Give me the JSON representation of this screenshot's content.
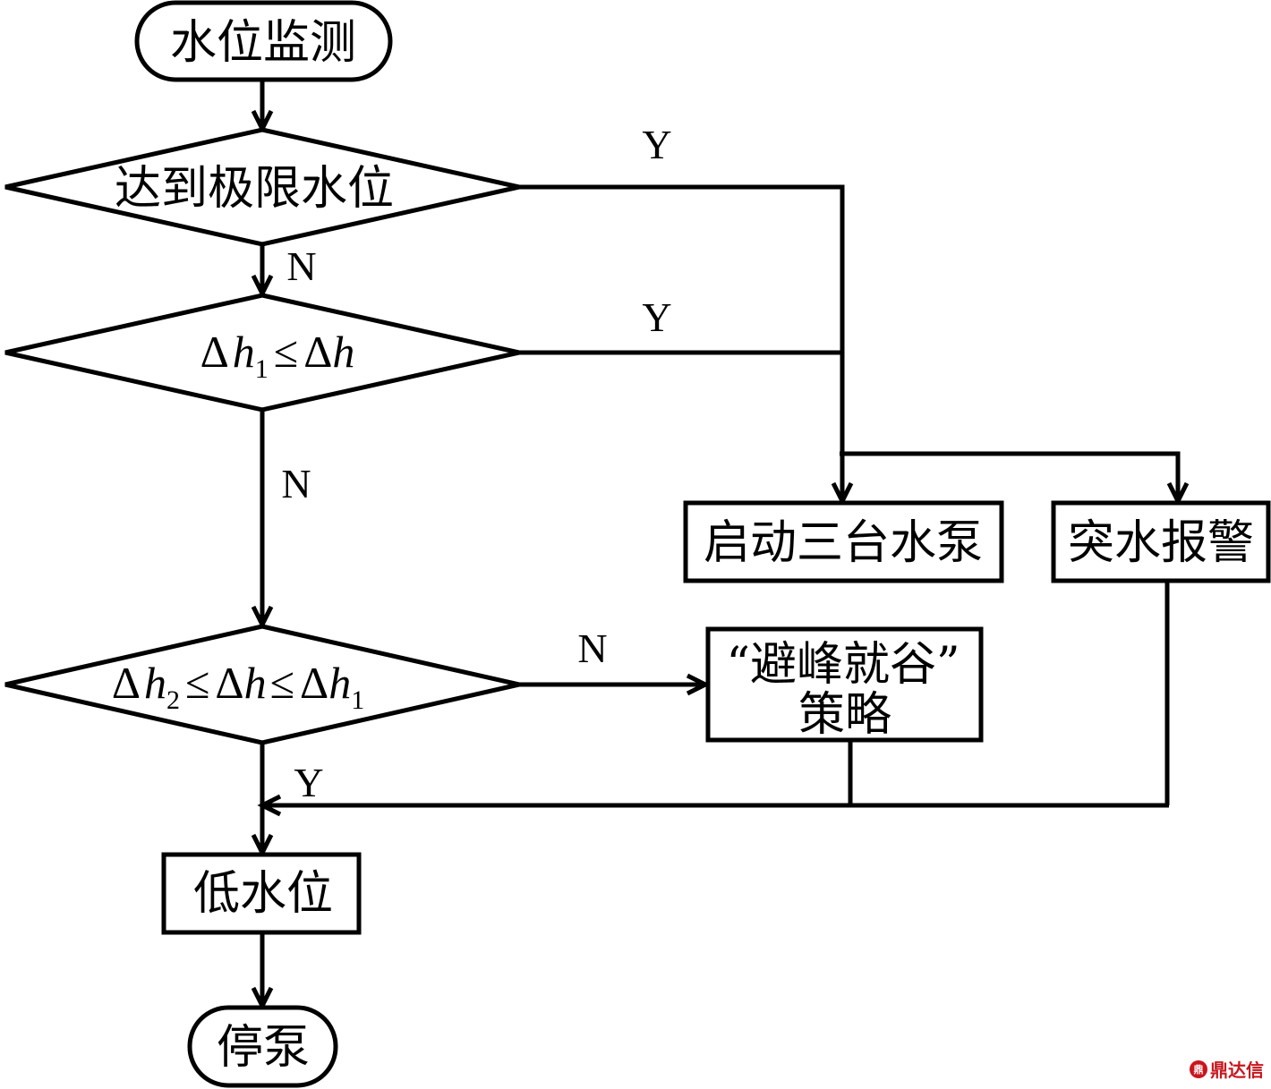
{
  "nodes": {
    "start": {
      "label": "水位监测",
      "type": "terminal"
    },
    "check_limit": {
      "label": "达到极限水位",
      "type": "decision"
    },
    "check_dh1": {
      "type": "decision",
      "math": {
        "lhs": "h",
        "lhs_sub": "1",
        "op": "≤",
        "rhs": "h"
      }
    },
    "check_range": {
      "type": "decision",
      "math": {
        "a": "h",
        "a_sub": "2",
        "op1": "≤",
        "b": "h",
        "op2": "≤",
        "c": "h",
        "c_sub": "1"
      }
    },
    "start_pumps": {
      "label": "启动三台水泵",
      "type": "process"
    },
    "alarm": {
      "label": "突水报警",
      "type": "process"
    },
    "peak_strategy": {
      "label_line1": "“避峰就谷”",
      "label_line2": "策略",
      "type": "process"
    },
    "low_level": {
      "label": "低水位",
      "type": "process"
    },
    "stop": {
      "label": "停泵",
      "type": "terminal"
    }
  },
  "edges": {
    "limit_yes": "Y",
    "limit_no": "N",
    "dh1_yes": "Y",
    "dh1_no": "N",
    "range_no": "N",
    "range_yes": "Y"
  },
  "symbols": {
    "delta": "Δ"
  },
  "watermark": {
    "mark": "鼎",
    "text": "鼎达信",
    "color": "#c8161d"
  }
}
